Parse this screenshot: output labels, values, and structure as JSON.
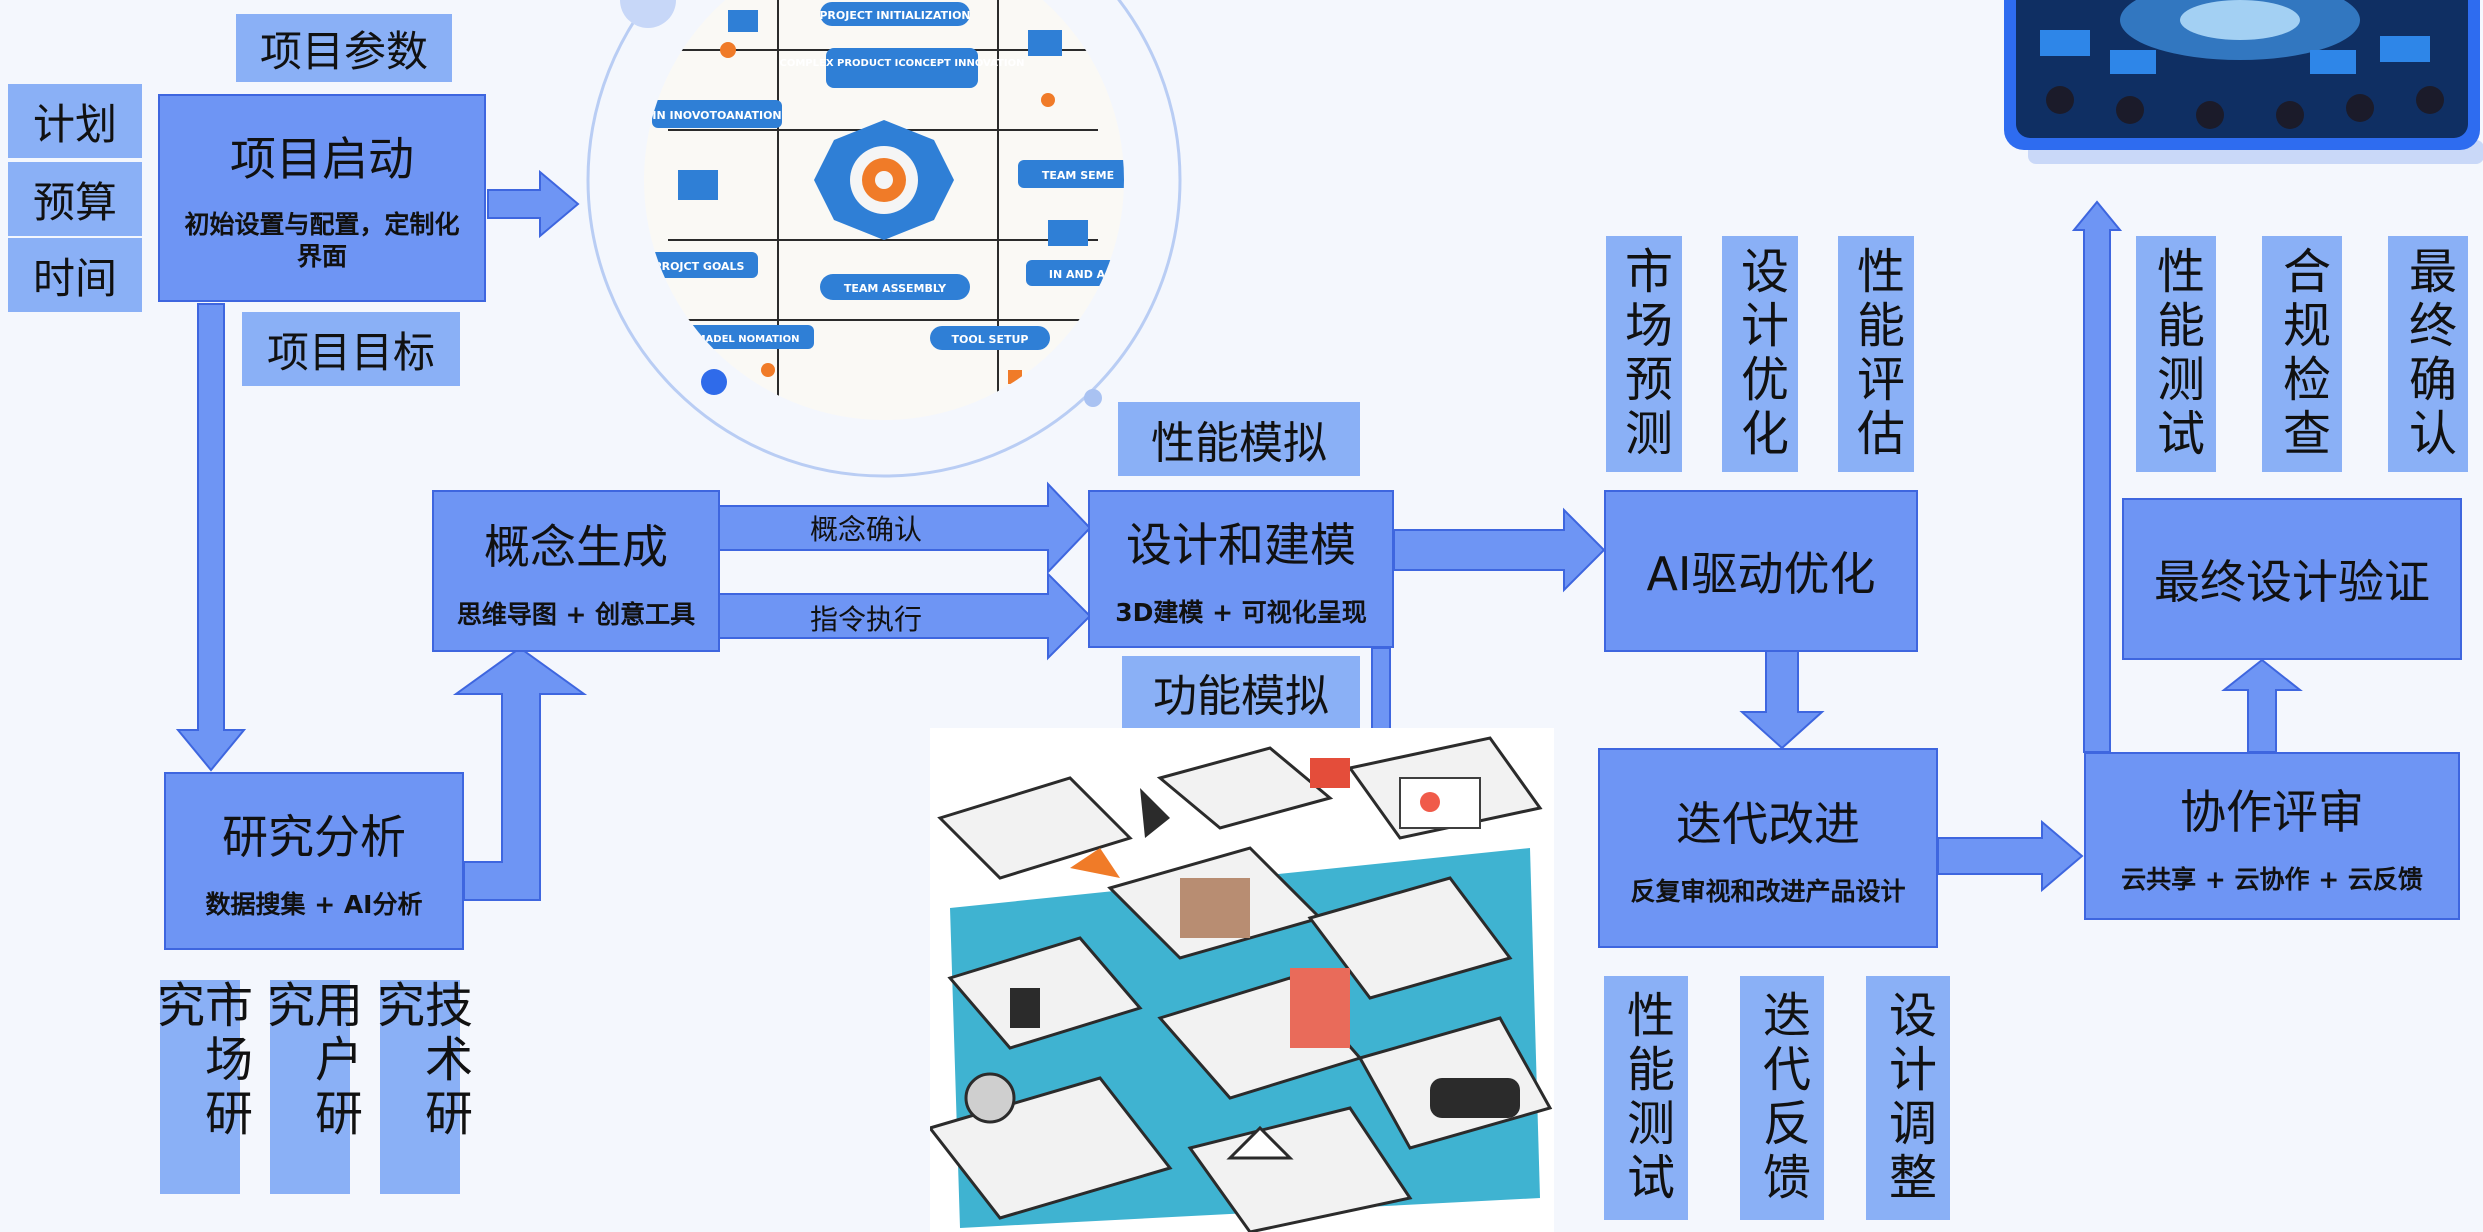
{
  "nodes": {
    "project_start": {
      "title": "项目启动",
      "subtitle": "初始设置与配置，定制化界面"
    },
    "concept_gen": {
      "title": "概念生成",
      "subtitle": "思维导图 + 创意工具"
    },
    "design_model": {
      "title": "设计和建模",
      "subtitle": "3D建模 + 可视化呈现"
    },
    "ai_opt": {
      "title": "AI驱动优化"
    },
    "research": {
      "title": "研究分析",
      "subtitle": "数据搜集 + AI分析"
    },
    "iterate": {
      "title": "迭代改进",
      "subtitle": "反复审视和改进产品设计"
    },
    "collab": {
      "title": "协作评审",
      "subtitle": "云共享 + 云协作 + 云反馈"
    },
    "final_verify": {
      "title": "最终设计验证"
    }
  },
  "tags": {
    "project_params": "项目参数",
    "project_goal": "项目目标",
    "plan": "计划",
    "budget": "预算",
    "time": "时间",
    "perf_sim": "性能模拟",
    "func_sim": "功能模拟",
    "market_research": "市场研究",
    "user_research": "用户研究",
    "tech_research": "技术研究",
    "market_forecast": "市场预测",
    "design_opt": "设计优化",
    "perf_eval": "性能评估",
    "perf_test_top": "性能测试",
    "compliance": "合规检查",
    "final_confirm": "最终确认",
    "perf_test_bottom": "性能测试",
    "iter_feedback": "迭代反馈",
    "design_adjust": "设计调整"
  },
  "arrow_labels": {
    "concept_confirm": "概念确认",
    "command_exec": "指令执行"
  },
  "illustration_top": {
    "labels": [
      "PROJECT INITIALIZATION",
      "COMPLEX PRODUCT ICONCEPT INNOVATION",
      "IN INOVOTOANATION",
      "TEAM SEME",
      "PROJCT GOALS",
      "TEAM ASSEMBLY",
      "IN AND AS",
      "INE DLMADEL NOMATION",
      "TOOL SETUP"
    ]
  },
  "colors": {
    "node": "#6e95f4",
    "node_border": "#3e66df",
    "tag": "#8ab0f6",
    "arrow": "#6e95f4",
    "background": "#f4f7fd"
  }
}
